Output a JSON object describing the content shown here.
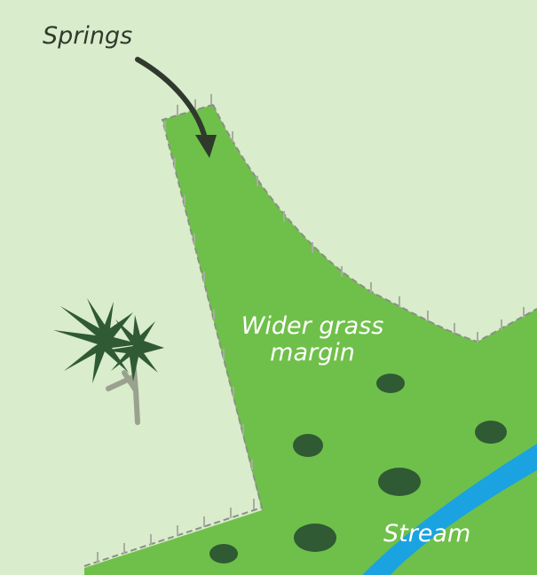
{
  "labels": {
    "springs": "Springs",
    "margin_line1": "Wider grass",
    "margin_line2": "margin",
    "stream": "Stream"
  },
  "colors": {
    "background": "#d9eccb",
    "grass": "#6fc04a",
    "stream": "#1aa3e0",
    "fence": "#8a8f86",
    "arrow": "#2f3a2d",
    "plant": "#2f5a34",
    "trunk": "#9aa18f"
  },
  "icons": [
    "arrow-icon",
    "cabbage-tree-icon",
    "tussock-icon",
    "fence-icon"
  ]
}
